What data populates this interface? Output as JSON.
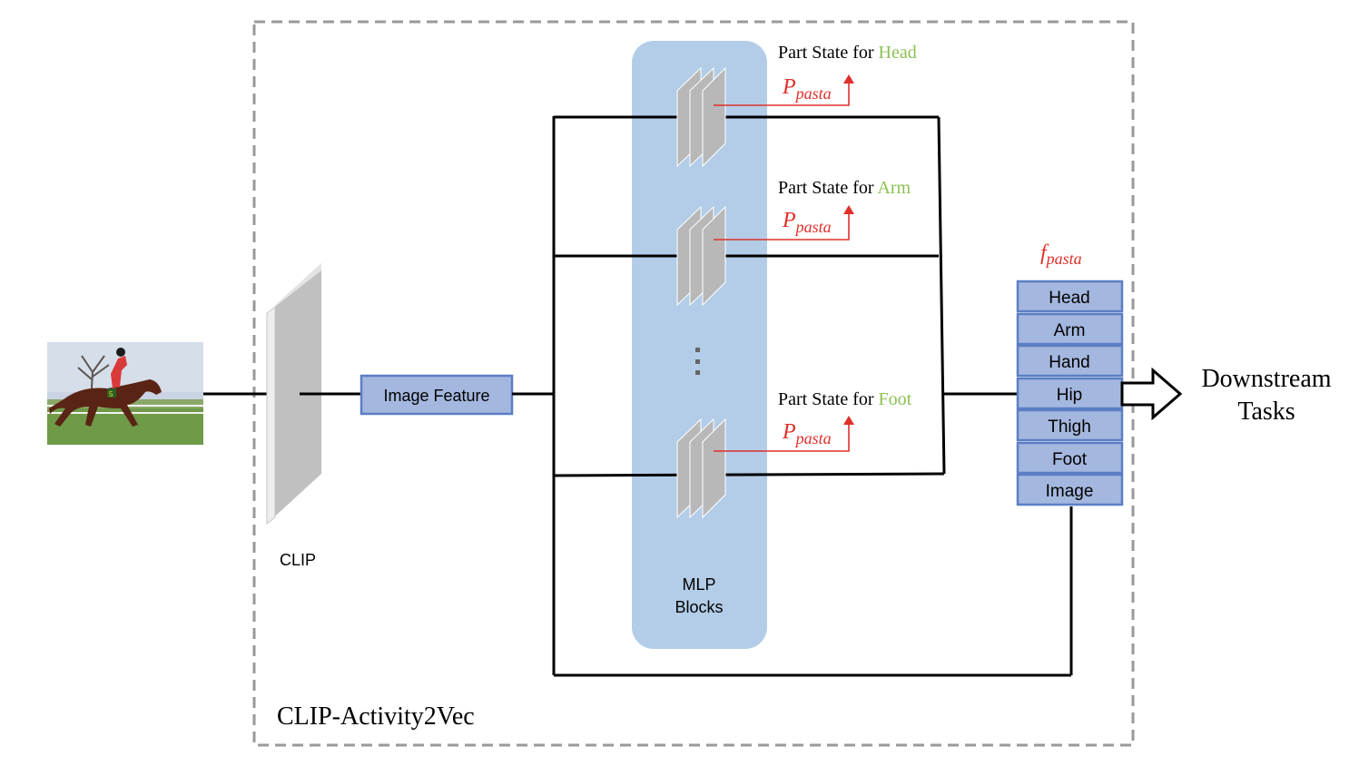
{
  "frame_label": "CLIP-Activity2Vec",
  "clip_label": "CLIP",
  "image_feature_label": "Image Feature",
  "mlp_label_line1": "MLP",
  "mlp_label_line2": "Blocks",
  "part_state_prefix": "Part State for ",
  "part_states": [
    {
      "part": "Head"
    },
    {
      "part": "Arm"
    },
    {
      "part": "Foot"
    }
  ],
  "p_symbol": "P",
  "p_subscript": "pasta",
  "f_symbol": "f",
  "f_subscript": "pasta",
  "feature_cells": [
    "Head",
    "Arm",
    "Hand",
    "Hip",
    "Thigh",
    "Foot",
    "Image"
  ],
  "output_line1": "Downstream",
  "output_line2": "Tasks",
  "input_image_icon": "horse-racing-photo",
  "colors": {
    "accent_red": "#e0302a",
    "part_green": "#8cc152",
    "box_fill": "#a4b7df",
    "box_stroke": "#5b7fc4",
    "mlp_fill": "#b3cde8",
    "frame_stroke": "#999999"
  }
}
